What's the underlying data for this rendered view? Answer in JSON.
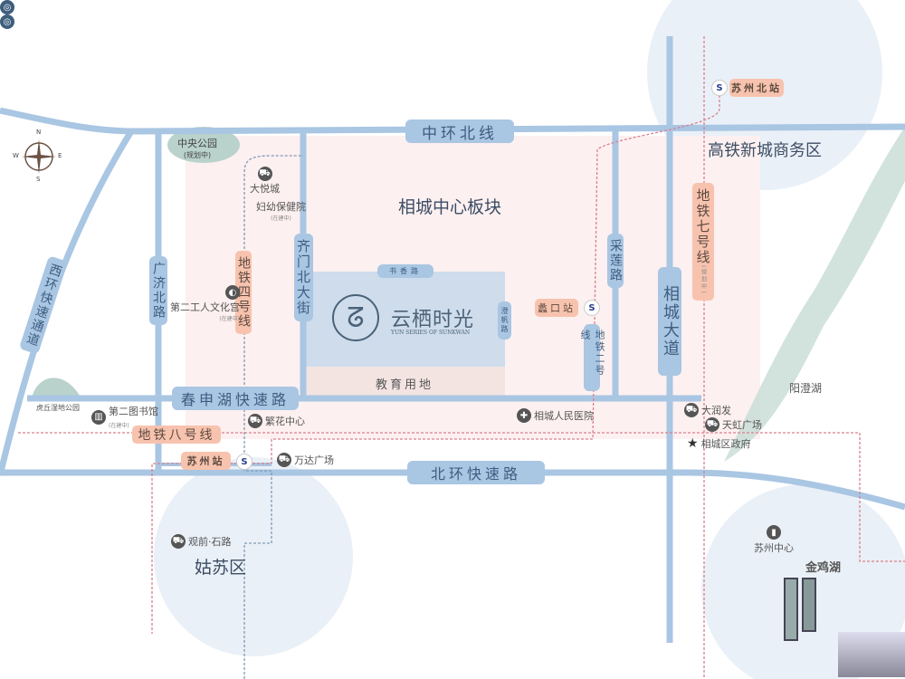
{
  "compass": {
    "n": "N",
    "s": "S",
    "e": "E",
    "w": "W"
  },
  "roads": {
    "zhonghuan": "中环北线",
    "xihuan": "西环快速通道",
    "guangji": "广济北路",
    "qimen": "齐门北大街",
    "shuxiang": "书香路",
    "chengfan": "澄帆路",
    "cailian": "采莲路",
    "xiangcheng": "相城大道",
    "chunshenhu": "春申湖快速路",
    "beihuan": "北环快速路"
  },
  "metro": {
    "line2": "地铁二号线",
    "line4": "地铁四号线",
    "line7": "地铁七号线",
    "line7_note": "(规划中)",
    "line8": "地铁八号线"
  },
  "stations": {
    "suzhou_north": "苏州北站",
    "likou": "蠡口站",
    "suzhou": "苏州站"
  },
  "districts": {
    "xiangcheng_center": "相城中心板块",
    "gaotie": "高铁新城商务区",
    "gusu": "姑苏区",
    "yangchenghu": "阳澄湖",
    "jinjihu": "金鸡湖"
  },
  "project": {
    "name": "云栖时光",
    "english": "YUN SERIES OF SUNKWAN",
    "education": "教育用地"
  },
  "parks": {
    "central": "中央公园",
    "central_note": "(规划中)",
    "huqiu": "虎丘湿地公园"
  },
  "pois": {
    "dayuecheng": "大悦城",
    "fuyou": "妇幼保健院",
    "fuyou_note": "(在建中)",
    "culture": "第二工人文化宫",
    "culture_note": "(在建中)",
    "library": "第二图书馆",
    "library_note": "(在建中)",
    "fanhua": "繁花中心",
    "wanda": "万达广场",
    "guanqian": "观前·石路",
    "hospital": "相城人民医院",
    "darunfa": "大润发",
    "tianhong": "天虹广场",
    "gov": "相城区政府",
    "suzhou_center": "苏州中心"
  },
  "colors": {
    "road": "#a9c6e3",
    "metro": "#d9808f",
    "pink_zone": "#fdf0f0",
    "circle": "#eaf0f7",
    "green": "#b9d2cb"
  }
}
